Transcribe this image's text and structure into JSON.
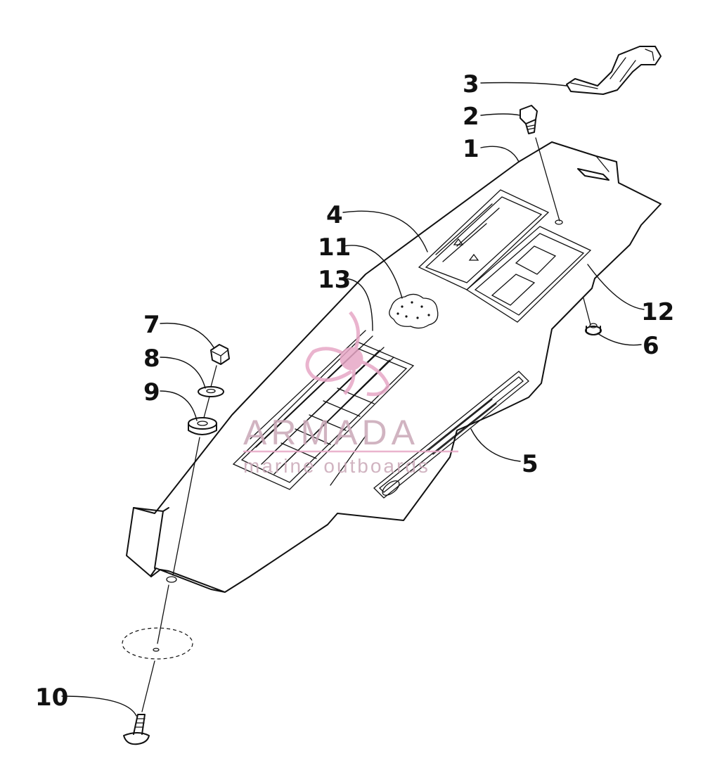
{
  "callouts": [
    {
      "id": "1",
      "label": "1"
    },
    {
      "id": "2",
      "label": "2"
    },
    {
      "id": "3",
      "label": "3"
    },
    {
      "id": "4",
      "label": "4"
    },
    {
      "id": "5",
      "label": "5"
    },
    {
      "id": "6",
      "label": "6"
    },
    {
      "id": "7",
      "label": "7"
    },
    {
      "id": "8",
      "label": "8"
    },
    {
      "id": "9",
      "label": "9"
    },
    {
      "id": "10",
      "label": "10"
    },
    {
      "id": "11",
      "label": "11"
    },
    {
      "id": "12",
      "label": "12"
    },
    {
      "id": "13",
      "label": "13"
    }
  ],
  "watermark": {
    "brand": "ARMADA",
    "tagline": "marine outboards",
    "color": "#c9a7b7",
    "logo_color": "#e7a7c6"
  },
  "line_color": "#111111",
  "background": "#ffffff"
}
